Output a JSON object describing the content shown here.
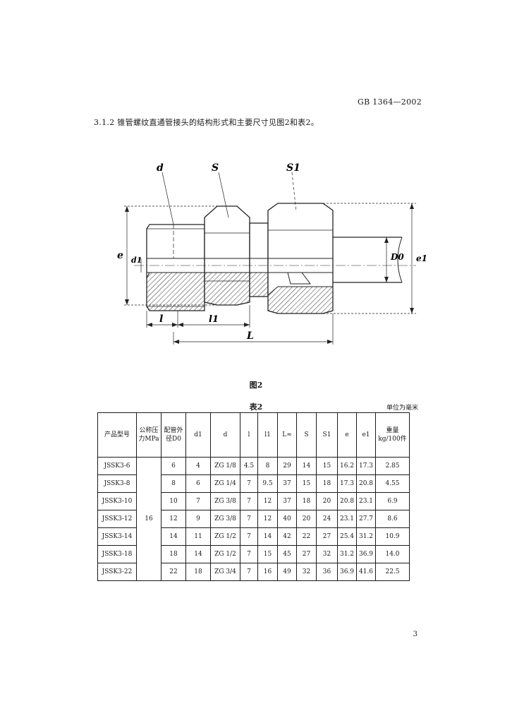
{
  "header": {
    "standard_number": "GB 1364—2002"
  },
  "clause": {
    "text": "3.1.2  锥管螺纹直通管接头的结构形式和主要尺寸见图2和表2。"
  },
  "figure": {
    "caption": "图2",
    "labels": {
      "d": "d",
      "S": "S",
      "S1": "S1",
      "e": "e",
      "d1": "d1",
      "D0": "D0",
      "e1": "e1",
      "l": "l",
      "l1": "l1",
      "L": "L"
    }
  },
  "table": {
    "caption": "表2",
    "units": "单位为毫米",
    "headers": [
      "产品型号",
      "公称压力MPa",
      "配管外径D0",
      "d1",
      "d",
      "l",
      "l1",
      "L≈",
      "S",
      "S1",
      "e",
      "e1",
      "重量kg/100件"
    ],
    "pressure": "16",
    "rows": [
      [
        "JSSK3-6",
        "6",
        "4",
        "ZG 1/8",
        "4.5",
        "8",
        "29",
        "14",
        "15",
        "16.2",
        "17.3",
        "2.85"
      ],
      [
        "JSSK3-8",
        "8",
        "6",
        "ZG 1/4",
        "7",
        "9.5",
        "37",
        "15",
        "18",
        "17.3",
        "20.8",
        "4.55"
      ],
      [
        "JSSK3-10",
        "10",
        "7",
        "ZG 3/8",
        "7",
        "12",
        "37",
        "18",
        "20",
        "20.8",
        "23.1",
        "6.9"
      ],
      [
        "JSSK3-12",
        "12",
        "9",
        "ZG 3/8",
        "7",
        "12",
        "40",
        "20",
        "24",
        "23.1",
        "27.7",
        "8.6"
      ],
      [
        "JSSK3-14",
        "14",
        "11",
        "ZG 1/2",
        "7",
        "14",
        "42",
        "22",
        "27",
        "25.4",
        "31.2",
        "10.9"
      ],
      [
        "JSSK3-18",
        "18",
        "14",
        "ZG 1/2",
        "7",
        "15",
        "45",
        "27",
        "32",
        "31.2",
        "36.9",
        "14.0"
      ],
      [
        "JSSK3-22",
        "22",
        "18",
        "ZG 3/4",
        "7",
        "16",
        "49",
        "32",
        "36",
        "36.9",
        "41.6",
        "22.5"
      ]
    ]
  },
  "page": {
    "number": "3"
  }
}
